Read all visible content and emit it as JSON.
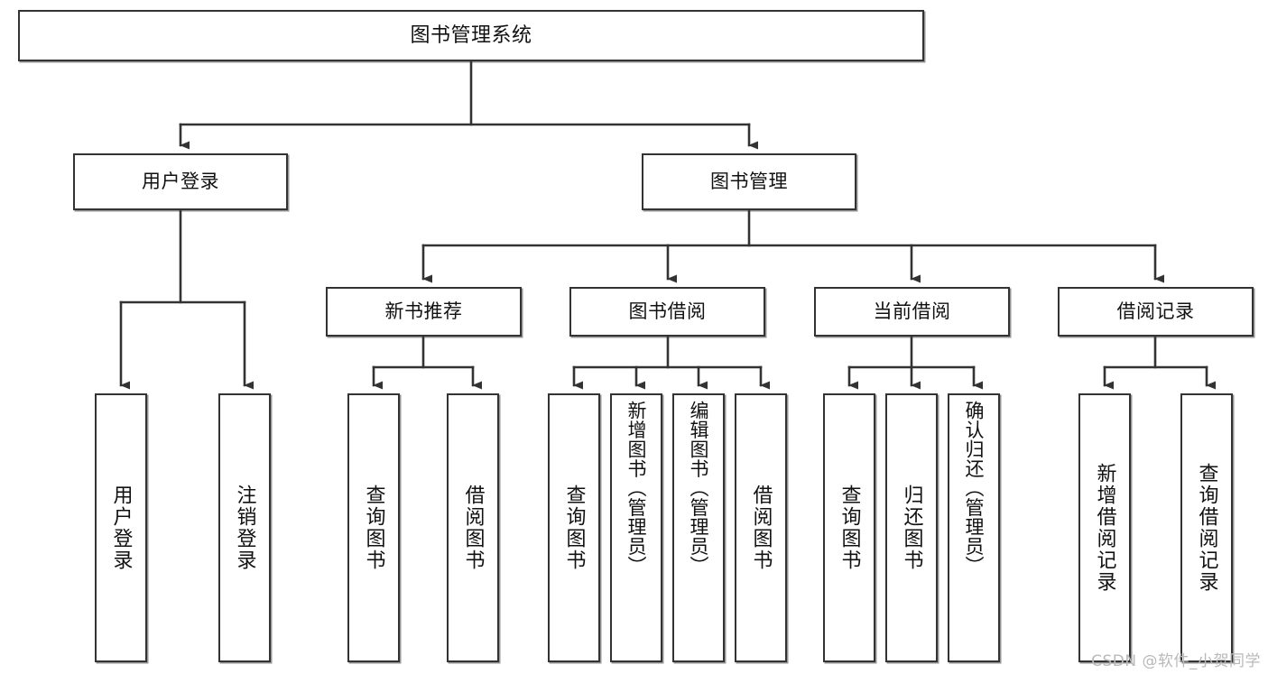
{
  "diagram": {
    "type": "tree",
    "title": "图书管理系统",
    "root": {
      "label": "图书管理系统"
    },
    "level2": [
      {
        "label": "用户登录"
      },
      {
        "label": "图书管理"
      }
    ],
    "level3": [
      {
        "label": "新书推荐"
      },
      {
        "label": "图书借阅"
      },
      {
        "label": "当前借阅"
      },
      {
        "label": "借阅记录"
      }
    ],
    "leaves": {
      "user_login": [
        {
          "label": "用户登录"
        },
        {
          "label": "注销登录"
        }
      ],
      "new_book_recommend": [
        {
          "label": "查询图书"
        },
        {
          "label": "借阅图书"
        }
      ],
      "book_borrow": [
        {
          "label": "查询图书"
        },
        {
          "label": "新增图书（管理员）"
        },
        {
          "label": "编辑图书（管理员）"
        },
        {
          "label": "借阅图书"
        }
      ],
      "current_borrow": [
        {
          "label": "查询图书"
        },
        {
          "label": "归还图书"
        },
        {
          "label": "确认归还（管理员）"
        }
      ],
      "borrow_record": [
        {
          "label": "新增借阅记录"
        },
        {
          "label": "查询借阅记录"
        }
      ]
    }
  },
  "watermark": {
    "text": "CSDN @软件_小贺同学"
  },
  "colors": {
    "box_border": "#333333",
    "box_fill": "#ffffff",
    "edge": "#333333",
    "text": "#111111",
    "watermark": "#b9b9b9"
  }
}
